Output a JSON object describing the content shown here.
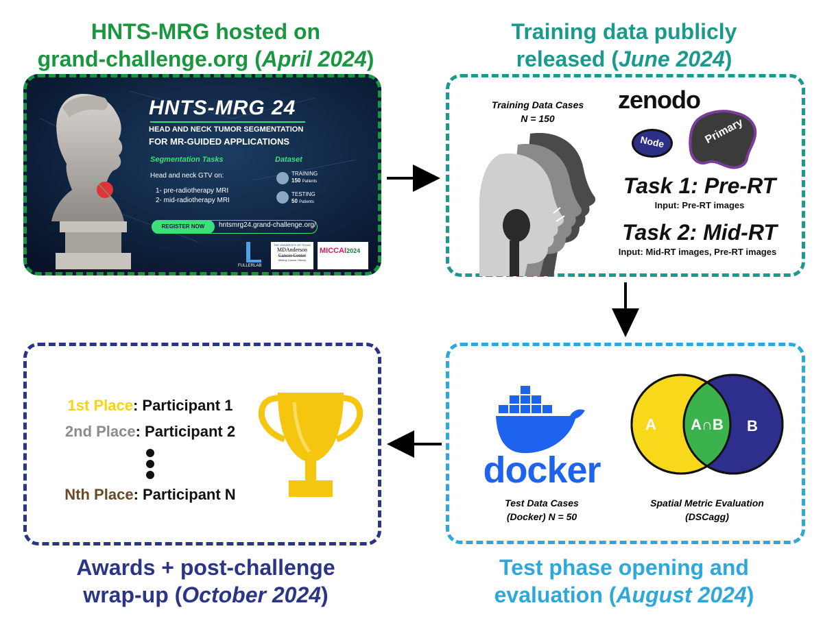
{
  "colors": {
    "stage1": "#1a9641",
    "stage2": "#1a9a8c",
    "stage3": "#2ea8db",
    "stage4": "#2b3585",
    "first_place": "#f5d415",
    "second_place": "#8c8c8c",
    "nth_place": "#6b4a26",
    "venn_a": "#f8d81a",
    "venn_b": "#2e2e8c",
    "venn_overlap": "#3bb24b",
    "docker": "#1d63ed",
    "trophy": "#f4c60f"
  },
  "stage1": {
    "title_line1": "HNTS-MRG hosted on",
    "title_line2_plain": "grand-challenge.org (",
    "title_line2_italic": "April 2024",
    "title_line2_close": ")",
    "banner": {
      "title": "HNTS-MRG 24",
      "subtitle_line1": "HEAD AND NECK TUMOR SEGMENTATION",
      "subtitle_line2": "FOR MR-GUIDED APPLICATIONS",
      "seg_tasks_header": "Segmentation Tasks",
      "dataset_header": "Dataset",
      "gtv_text": "Head and neck GTV on:",
      "task1": "1- pre-radiotherapy MRI",
      "task2": "2- mid-radiotherapy MRI",
      "training_label": "TRAINING",
      "training_count": "150",
      "training_unit": "Patients",
      "testing_label": "TESTING",
      "testing_count": "50",
      "testing_unit": "Patients",
      "register_label": "REGISTER NOW",
      "url": "hntsmrg24.grand-challenge.org/",
      "logo_fuller": "FULLERLAB",
      "logo_mda_top": "THE UNIVERSITY OF TEXAS",
      "logo_mda_name": "MDAnderson",
      "logo_mda_center": "Cancer Center",
      "logo_mda_tagline": "Making Cancer History",
      "logo_miccai": "MICCAI",
      "logo_miccai_year": "2024"
    }
  },
  "stage2": {
    "title_line1": "Training data publicly",
    "title_line2_plain": "released (",
    "title_line2_italic": "June 2024",
    "title_line2_close": ")",
    "cases_label": "Training Data Cases",
    "cases_n": "N = 150",
    "zenodo": "zenodo",
    "node_label": "Node",
    "primary_label": "Primary",
    "task1_title": "Task 1: Pre-RT",
    "task1_input": "Input: Pre-RT images",
    "task2_title": "Task 2: Mid-RT",
    "task2_input": "Input: Mid-RT images, Pre-RT images"
  },
  "stage3": {
    "title_line1": "Test phase opening and",
    "title_line2_plain": "evaluation (",
    "title_line2_italic": "August 2024",
    "title_line2_close": ")",
    "docker_word": "docker",
    "docker_caption_line1": "Test Data Cases",
    "docker_caption_line2": "(Docker) N = 50",
    "venn_a": "A",
    "venn_b": "B",
    "venn_ab": "A∩B",
    "metric_caption_line1": "Spatial Metric Evaluation",
    "metric_caption_line2": "(DSCagg)"
  },
  "stage4": {
    "title_line1": "Awards + post-challenge",
    "title_line2_plain": "wrap-up (",
    "title_line2_italic": "October 2024",
    "title_line2_close": ")",
    "first_place": "1st Place",
    "first_participant": ": Participant 1",
    "second_place": "2nd Place",
    "second_participant": ": Participant 2",
    "nth_place": "Nth Place",
    "nth_participant": ": Participant N"
  }
}
